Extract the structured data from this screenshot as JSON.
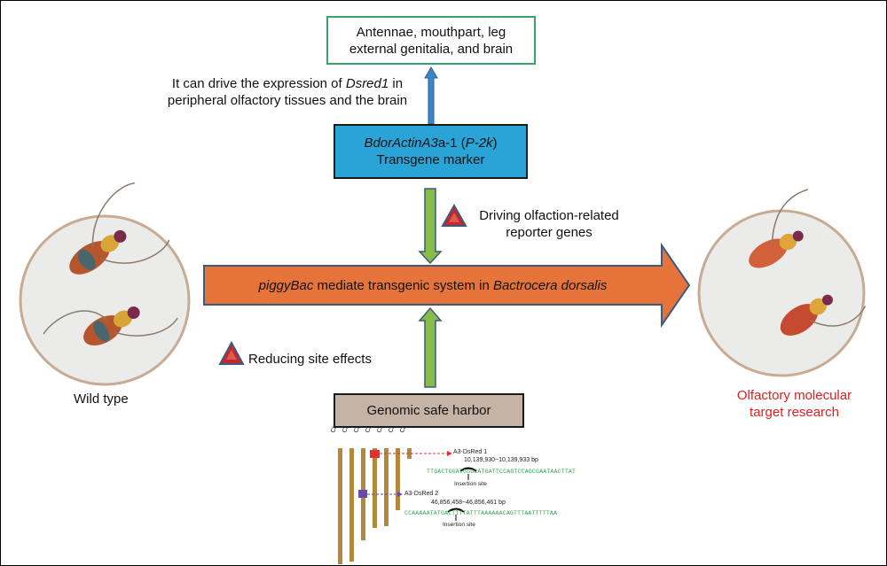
{
  "top_box": {
    "line1": "Antennae, mouthpart, leg",
    "line2": "external genitalia, and brain"
  },
  "expression_note": {
    "line1_pre": "It can drive the expression of ",
    "line1_em": "Dsred1",
    "line1_post": " in",
    "line2": "peripheral olfactory tissues and the brain"
  },
  "marker_box": {
    "italic1": "BdorActinA3",
    "plain1": "a-1 (",
    "italic2": "P-2k",
    "plain2": ")",
    "line2": "Transgene marker"
  },
  "driving_note": {
    "line1": "Driving olfaction-related",
    "line2": "reporter genes"
  },
  "main_arrow": {
    "italic1": "piggyBac",
    "plain": " mediate transgenic system in ",
    "italic2": "Bactrocera dorsalis"
  },
  "reducing_note": {
    "text": "Reducing site effects"
  },
  "wild_type": {
    "label": "Wild type"
  },
  "olfactory": {
    "line1": "Olfactory molecular",
    "line2": "target research"
  },
  "harbor_box": {
    "label": "Genomic safe harbor"
  },
  "chromosome_map": {
    "chromosomes": [
      "Chr2",
      "Chr3",
      "Chr4",
      "Chr5",
      "Chr6",
      "ChrX",
      "ChrY"
    ],
    "insert1": {
      "label": "A3-DsRed 1",
      "position": "10,139,930~10,139,933 bp",
      "sequence": "TTGACTGGATGGGCATGATTCCAGTCCAGCGAATAACTTAT",
      "site_label": "Insertion site"
    },
    "insert2": {
      "label": "A3-DsRed 2",
      "position": "46,856,458~46,856,461 bp",
      "sequence": "CCAAAAATATGACTTTTATTTAAAAAACAGTTTAATTTTTAA",
      "site_label": "Insertion site"
    }
  },
  "colors": {
    "top_box_border": "#3aa36b",
    "marker_fill": "#2aa3d7",
    "main_arrow": "#e6733a",
    "harbor_fill": "#c5b3a5",
    "green_arrow": "#86bc4a",
    "blue_arrow": "#3a86c6",
    "chromosome": "#b08a3a",
    "olfactory_text": "#e02020",
    "dna_text": "#2aa84a",
    "warning": "#c2282d"
  }
}
